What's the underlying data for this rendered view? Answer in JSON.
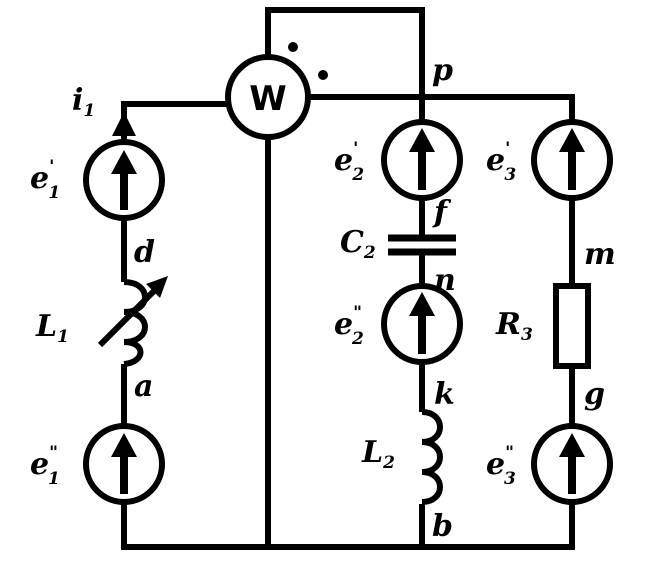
{
  "labels": {
    "current": {
      "base": "i",
      "sub": "1"
    },
    "e1_prime": {
      "base": "e",
      "sub": "1",
      "sup": "'"
    },
    "e1_double": {
      "base": "e",
      "sub": "1",
      "sup": "\""
    },
    "e2_prime": {
      "base": "e",
      "sub": "2",
      "sup": "'"
    },
    "e2_double": {
      "base": "e",
      "sub": "2",
      "sup": "\""
    },
    "e3_prime": {
      "base": "e",
      "sub": "3",
      "sup": "'"
    },
    "e3_double": {
      "base": "e",
      "sub": "3",
      "sup": "\""
    },
    "L1": {
      "base": "L",
      "sub": "1"
    },
    "L2": {
      "base": "L",
      "sub": "2"
    },
    "C2": {
      "base": "C",
      "sub": "2"
    },
    "R3": {
      "base": "R",
      "sub": "3"
    },
    "wattmeter": "W",
    "nodes": {
      "p": "p",
      "f": "f",
      "n": "n",
      "k": "k",
      "b": "b",
      "d": "d",
      "a": "a",
      "m": "m",
      "g": "g"
    }
  }
}
